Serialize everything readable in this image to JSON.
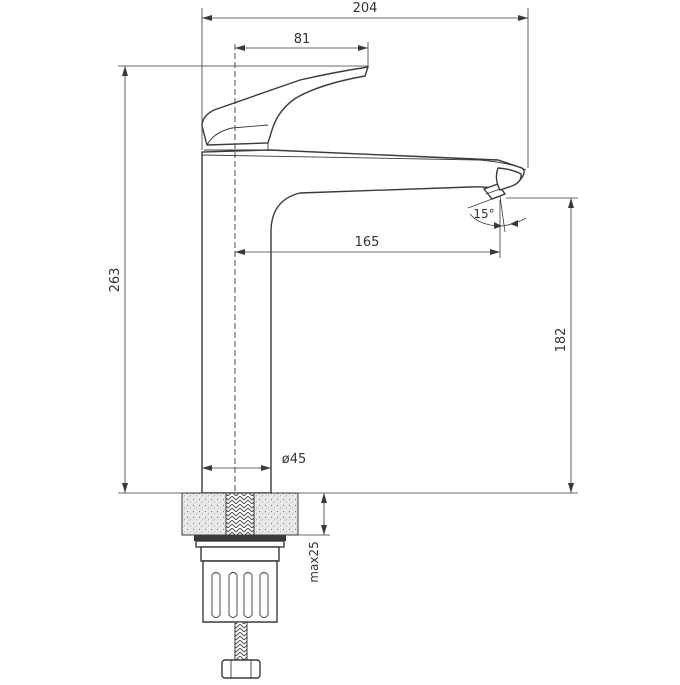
{
  "drawing": {
    "dimensions": {
      "total_width": "204",
      "lever_offset": "81",
      "spout_reach": "165",
      "total_height": "263",
      "outlet_height": "182",
      "body_diameter": "ø45",
      "aerator_angle": "15°",
      "max_countertop": "max25"
    }
  }
}
